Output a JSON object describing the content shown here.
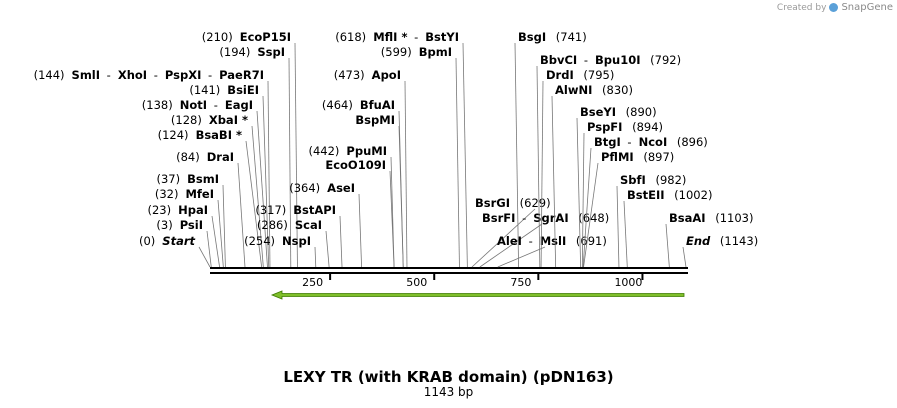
{
  "credit": {
    "prefix": "Created by",
    "brand": "SnapGene"
  },
  "map": {
    "title": "LEXY TR (with KRAB domain) (pDN163)",
    "length_label": "1143 bp",
    "total_bp": 1143,
    "ticks": [
      {
        "pos": 250,
        "label": "250"
      },
      {
        "pos": 500,
        "label": "500"
      },
      {
        "pos": 750,
        "label": "750"
      },
      {
        "pos": 1000,
        "label": "1000"
      }
    ],
    "feature": {
      "name": "reverse-arrow-feature",
      "start": 155,
      "end": 1143,
      "direction": "reverse",
      "color": "#7fbf2a",
      "edge_color": "#3d7a00"
    },
    "left_labels": [
      {
        "text": "(0)  Start",
        "parts": [
          {
            "t": "(0)",
            "w": "n"
          },
          {
            "t": "Start",
            "w": "bi"
          }
        ],
        "pos": 0
      },
      {
        "text": "(3)  PsiI",
        "parts": [
          {
            "t": "(3)",
            "w": "n"
          },
          {
            "t": "PsiI",
            "w": "b"
          }
        ],
        "pos": 3
      },
      {
        "text": "(23)  HpaI",
        "parts": [
          {
            "t": "(23)",
            "w": "n"
          },
          {
            "t": "HpaI",
            "w": "b"
          }
        ],
        "pos": 23
      },
      {
        "text": "(32)  MfeI",
        "parts": [
          {
            "t": "(32)",
            "w": "n"
          },
          {
            "t": "MfeI",
            "w": "b"
          }
        ],
        "pos": 32
      },
      {
        "text": "(37)  BsmI",
        "parts": [
          {
            "t": "(37)",
            "w": "n"
          },
          {
            "t": "BsmI",
            "w": "b"
          }
        ],
        "pos": 37
      },
      {
        "text": "(84)  DraI",
        "parts": [
          {
            "t": "(84)",
            "w": "n"
          },
          {
            "t": "DraI",
            "w": "b"
          }
        ],
        "pos": 84
      },
      {
        "text": "(124)  BsaBI *",
        "parts": [
          {
            "t": "(124)",
            "w": "n"
          },
          {
            "t": "BsaBI *",
            "w": "b"
          }
        ],
        "pos": 124
      },
      {
        "text": "(128)  XbaI *",
        "parts": [
          {
            "t": "(128)",
            "w": "n"
          },
          {
            "t": "XbaI *",
            "w": "b"
          }
        ],
        "pos": 128
      },
      {
        "text": "(138)  NotI - EagI",
        "parts": [
          {
            "t": "(138)",
            "w": "n"
          },
          {
            "t": "NotI",
            "w": "b"
          },
          {
            "t": "-",
            "w": "n"
          },
          {
            "t": "EagI",
            "w": "b"
          }
        ],
        "pos": 138
      },
      {
        "text": "(141)  BsiEI",
        "parts": [
          {
            "t": "(141)",
            "w": "n"
          },
          {
            "t": "BsiEI",
            "w": "b"
          }
        ],
        "pos": 141
      },
      {
        "text": "(144)  SmlI - XhoI - PspXI - PaeR7I",
        "parts": [
          {
            "t": "(144)",
            "w": "n"
          },
          {
            "t": "SmlI",
            "w": "b"
          },
          {
            "t": "-",
            "w": "n"
          },
          {
            "t": "XhoI",
            "w": "b"
          },
          {
            "t": "-",
            "w": "n"
          },
          {
            "t": "PspXI",
            "w": "b"
          },
          {
            "t": "-",
            "w": "n"
          },
          {
            "t": "PaeR7I",
            "w": "b"
          }
        ],
        "pos": 144
      },
      {
        "text": "(194)  SspI",
        "parts": [
          {
            "t": "(194)",
            "w": "n"
          },
          {
            "t": "SspI",
            "w": "b"
          }
        ],
        "pos": 194
      },
      {
        "text": "(210)  EcoP15I",
        "parts": [
          {
            "t": "(210)",
            "w": "n"
          },
          {
            "t": "EcoP15I",
            "w": "b"
          }
        ],
        "pos": 210
      }
    ],
    "mid_labels": [
      {
        "parts": [
          {
            "t": "(254)",
            "w": "n"
          },
          {
            "t": "NspI",
            "w": "b"
          }
        ],
        "pos": 254
      },
      {
        "parts": [
          {
            "t": "(286)",
            "w": "n"
          },
          {
            "t": "ScaI",
            "w": "b"
          }
        ],
        "pos": 286
      },
      {
        "parts": [
          {
            "t": "(317)",
            "w": "n"
          },
          {
            "t": "BstAPI",
            "w": "b"
          }
        ],
        "pos": 317
      },
      {
        "parts": [
          {
            "t": "(364)",
            "w": "n"
          },
          {
            "t": "AseI",
            "w": "b"
          }
        ],
        "pos": 364
      },
      {
        "parts": [
          {
            "t": "EcoO109I",
            "w": "b"
          }
        ],
        "pos": 442
      },
      {
        "parts": [
          {
            "t": "(442)",
            "w": "n"
          },
          {
            "t": "PpuMI",
            "w": "b"
          }
        ],
        "pos": 442
      },
      {
        "parts": [
          {
            "t": "BspMI",
            "w": "b"
          }
        ],
        "pos": 464
      },
      {
        "parts": [
          {
            "t": "(464)",
            "w": "n"
          },
          {
            "t": "BfuAI",
            "w": "b"
          }
        ],
        "pos": 464
      },
      {
        "parts": [
          {
            "t": "(473)",
            "w": "n"
          },
          {
            "t": "ApoI",
            "w": "b"
          }
        ],
        "pos": 473
      },
      {
        "parts": [
          {
            "t": "(599)",
            "w": "n"
          },
          {
            "t": "BpmI",
            "w": "b"
          }
        ],
        "pos": 599
      },
      {
        "parts": [
          {
            "t": "(618)",
            "w": "n"
          },
          {
            "t": "MflI *",
            "w": "b"
          },
          {
            "t": "-",
            "w": "n"
          },
          {
            "t": "BstYI",
            "w": "b"
          }
        ],
        "pos": 618
      }
    ],
    "right_labels": [
      {
        "parts": [
          {
            "t": "BsgI",
            "w": "b"
          },
          {
            "t": "(741)",
            "w": "n"
          }
        ],
        "pos": 741
      },
      {
        "parts": [
          {
            "t": "BbvCI",
            "w": "b"
          },
          {
            "t": "-",
            "w": "n"
          },
          {
            "t": "Bpu10I",
            "w": "b"
          },
          {
            "t": "(792)",
            "w": "n"
          }
        ],
        "pos": 792
      },
      {
        "parts": [
          {
            "t": "DrdI",
            "w": "b"
          },
          {
            "t": "(795)",
            "w": "n"
          }
        ],
        "pos": 795
      },
      {
        "parts": [
          {
            "t": "AlwNI",
            "w": "b"
          },
          {
            "t": "(830)",
            "w": "n"
          }
        ],
        "pos": 830
      },
      {
        "parts": [
          {
            "t": "BseYI",
            "w": "b"
          },
          {
            "t": "(890)",
            "w": "n"
          }
        ],
        "pos": 890
      },
      {
        "parts": [
          {
            "t": "PspFI",
            "w": "b"
          },
          {
            "t": "(894)",
            "w": "n"
          }
        ],
        "pos": 894
      },
      {
        "parts": [
          {
            "t": "BtgI",
            "w": "b"
          },
          {
            "t": "-",
            "w": "n"
          },
          {
            "t": "NcoI",
            "w": "b"
          },
          {
            "t": "(896)",
            "w": "n"
          }
        ],
        "pos": 896
      },
      {
        "parts": [
          {
            "t": "PflMI",
            "w": "b"
          },
          {
            "t": "(897)",
            "w": "n"
          }
        ],
        "pos": 897
      },
      {
        "parts": [
          {
            "t": "SbfI",
            "w": "b"
          },
          {
            "t": "(982)",
            "w": "n"
          }
        ],
        "pos": 982
      },
      {
        "parts": [
          {
            "t": "BstEII",
            "w": "b"
          },
          {
            "t": "(1002)",
            "w": "n"
          }
        ],
        "pos": 1002
      },
      {
        "parts": [
          {
            "t": "BsaAI",
            "w": "b"
          },
          {
            "t": "(1103)",
            "w": "n"
          }
        ],
        "pos": 1103
      },
      {
        "parts": [
          {
            "t": "End",
            "w": "bi"
          },
          {
            "t": "(1143)",
            "w": "n"
          }
        ],
        "pos": 1143
      }
    ],
    "center_labels": [
      {
        "parts": [
          {
            "t": "BsrGI",
            "w": "b"
          },
          {
            "t": "(629)",
            "w": "n"
          }
        ],
        "pos": 629
      },
      {
        "parts": [
          {
            "t": "BsrFI",
            "w": "b"
          },
          {
            "t": "-",
            "w": "n"
          },
          {
            "t": "SgrAI",
            "w": "b"
          },
          {
            "t": "(648)",
            "w": "n"
          }
        ],
        "pos": 648
      },
      {
        "parts": [
          {
            "t": "AleI",
            "w": "b"
          },
          {
            "t": "-",
            "w": "n"
          },
          {
            "t": "MslI",
            "w": "b"
          },
          {
            "t": "(691)",
            "w": "n"
          }
        ],
        "pos": 691
      }
    ]
  }
}
